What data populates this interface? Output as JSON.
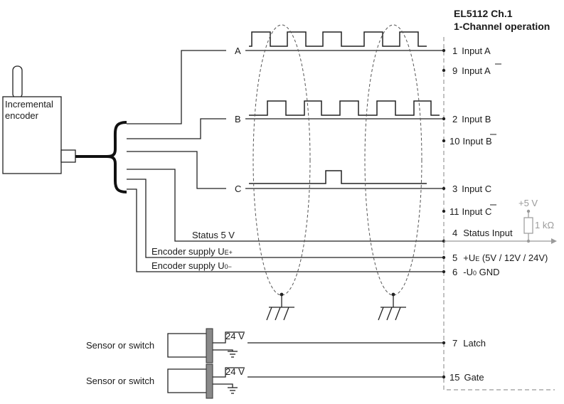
{
  "terminal": {
    "title": "EL5112 Ch.1",
    "subtitle": "1-Channel operation"
  },
  "encoder": {
    "label_line1": "Incremental",
    "label_line2": "encoder"
  },
  "signals": {
    "a": "A",
    "b": "B",
    "c": "C",
    "status": "Status 5 V",
    "supply_plus": "Encoder supply U",
    "supply_plus_sub": "E+",
    "supply_minus": "Encoder supply U",
    "supply_minus_sub": "0−"
  },
  "pins": [
    {
      "num": "1",
      "text": "Input A"
    },
    {
      "num": "9",
      "text": "Input A",
      "overbar": true
    },
    {
      "num": "2",
      "text": "Input B"
    },
    {
      "num": "10",
      "text": "Input B",
      "overbar": true
    },
    {
      "num": "3",
      "text": "Input C"
    },
    {
      "num": "11",
      "text": "Input C",
      "overbar": true
    },
    {
      "num": "4",
      "text": "Status Input"
    },
    {
      "num": "5",
      "text": "+U",
      "sub": "E",
      "rest": " (5V / 12V / 24V)"
    },
    {
      "num": "6",
      "text": "-U",
      "sub": "0",
      "rest": "  GND"
    },
    {
      "num": "7",
      "text": "Latch"
    },
    {
      "num": "15",
      "text": "Gate"
    }
  ],
  "pullup": {
    "voltage": "+5 V",
    "resistor": "1 kΩ"
  },
  "sensors": {
    "label1": "Sensor or switch",
    "label2": "Sensor or switch",
    "voltage1": "24 V",
    "voltage2": "24 V"
  }
}
